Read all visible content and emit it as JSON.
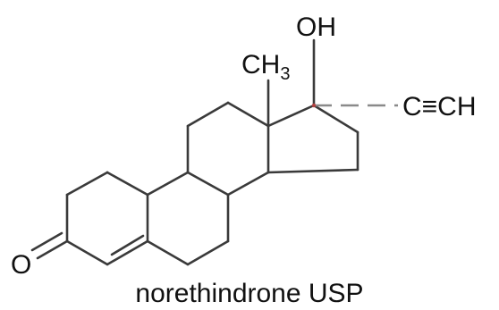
{
  "molecule": {
    "labels": {
      "hydroxyl": "OH",
      "methyl_main": "CH",
      "methyl_sub": "3",
      "ketone_oxygen": "O",
      "ethynyl": "C≡CH"
    },
    "caption": "norethindrone USP"
  },
  "colors": {
    "bond": "#3a3a3a",
    "stereo_dash": "#8a8a8a",
    "stereo_center": "#b04040",
    "text": "#111111"
  }
}
